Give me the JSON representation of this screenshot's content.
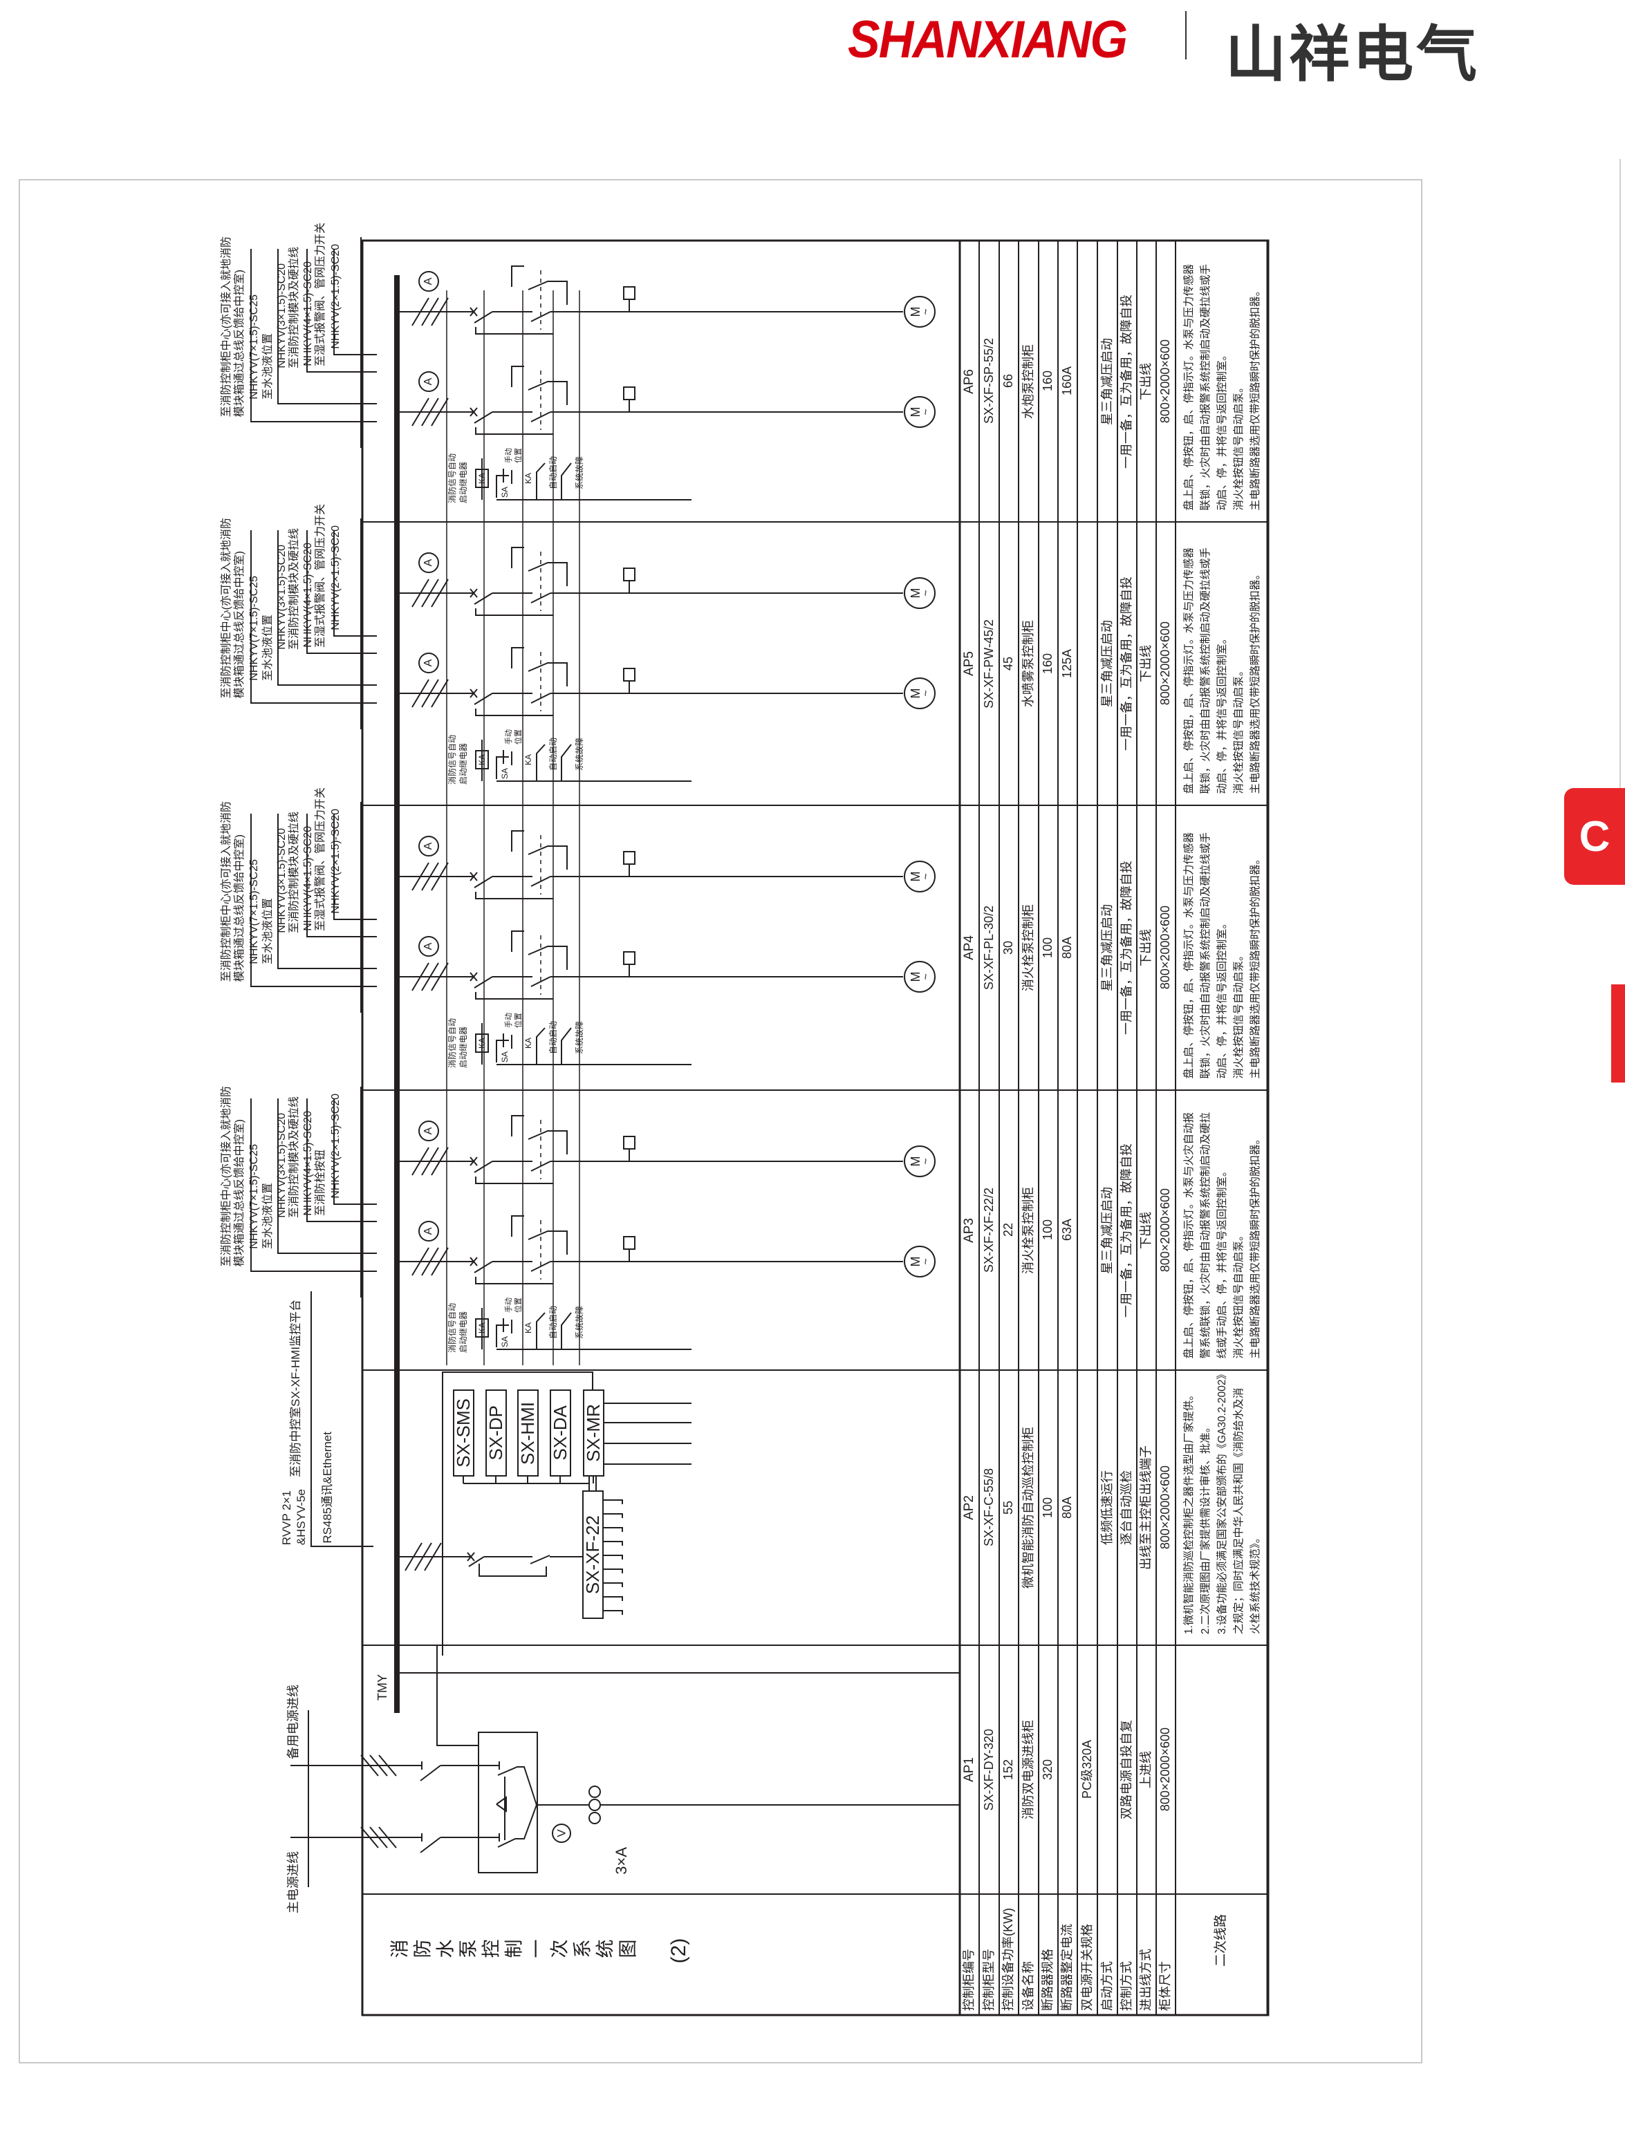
{
  "header": {
    "brand_en": "SHANXIANG",
    "brand_cn": "山祥电气"
  },
  "side_tab": {
    "label": "C",
    "accent": "#e8262a"
  },
  "title": {
    "text": "消防水泵控制一次系统图",
    "sheet": "(2)"
  },
  "table": {
    "row_labels": [
      "控制柜编号",
      "控制柜型号",
      "控制设备功率(KW)",
      "设备名称",
      "断路器规格",
      "断路器整定电流",
      "双电源开关规格",
      "启动方式",
      "控制方式",
      "进出线方式",
      "柜体尺寸"
    ],
    "secondary_label": "二次线路",
    "columns": [
      {
        "id": "AP1",
        "cells": [
          "SX-XF-DY-320",
          "152",
          "消防双电源进线柜",
          "320",
          "",
          "PC级320A",
          "",
          "双路电源自投自复",
          "上进线",
          "800×2000×600"
        ],
        "notes": []
      },
      {
        "id": "AP2",
        "cells": [
          "SX-XF-C-55/8",
          "55",
          "微机智能消防自动巡检控制柜",
          "100",
          "80A",
          "",
          "低频低速运行",
          "逐台自动巡检",
          "出线至主控柜出线端子",
          "800×2000×600"
        ],
        "notes": [
          "1.微机智能消防巡检控制柜之器件选型由厂家提供。",
          "2.二次原理图由厂家提供需设计审核、批准。",
          "3.设备功能必须满足国家公安部颁布的《GA30.2-2002》",
          "之规定；同时应满足中华人民共和国《消防给水及消",
          "火栓系统技术规范》。"
        ]
      },
      {
        "id": "AP3",
        "cells": [
          "SX-XF-XF-22/2",
          "22",
          "消火栓泵控制柜",
          "100",
          "63A",
          "",
          "星三角减压启动",
          "一用一备，互为备用，故障自投",
          "下出线",
          "800×2000×600"
        ],
        "notes": [
          "盘上启、停按钮，启、停指示灯。水泵与火灾自动报",
          "警系统联锁，火灾时由自动报警系统控制启动及硬拉",
          "线或手动启、停，并将信号返回控制室。",
          "消火栓按钮信号自动启泵。",
          "主电路断路器选用仅带短路瞬时保护的脱扣器。"
        ]
      },
      {
        "id": "AP4",
        "cells": [
          "SX-XF-PL-30/2",
          "30",
          "消火栓泵控制柜",
          "100",
          "80A",
          "",
          "星三角减压启动",
          "一用一备，互为备用，故障自投",
          "下出线",
          "800×2000×600"
        ],
        "notes": [
          "盘上启、停按钮，启、停指示灯。水泵与压力传感器",
          "联锁，火灾时由自动报警系统控制启动及硬拉线或手",
          "动启、停，并将信号返回控制室。",
          "消火栓按钮信号自动启泵。",
          "主电路断路器选用仅带短路瞬时保护的脱扣器。"
        ]
      },
      {
        "id": "AP5",
        "cells": [
          "SX-XF-PW-45/2",
          "45",
          "水喷雾泵控制柜",
          "160",
          "125A",
          "",
          "星三角减压启动",
          "一用一备，互为备用，故障自投",
          "下出线",
          "800×2000×600"
        ],
        "notes": [
          "盘上启、停按钮，启、停指示灯。水泵与压力传感器",
          "联锁，火灾时由自动报警系统控制启动及硬拉线或手",
          "动启、停，并将信号返回控制室。",
          "消火栓按钮信号自动启泵。",
          "主电路断路器选用仅带短路瞬时保护的脱扣器。"
        ]
      },
      {
        "id": "AP6",
        "cells": [
          "SX-XF-SP-55/2",
          "66",
          "水炮泵控制柜",
          "160",
          "160A",
          "",
          "星三角减压启动",
          "一用一备，互为备用，故障自投",
          "下出线",
          "800×2000×600"
        ],
        "notes": [
          "盘上启、停按钮，启、停指示灯。水泵与压力传感器",
          "联锁，火灾时由自动报警系统控制启动及硬拉线或手",
          "动启、停，并将信号返回控制室。",
          "消火栓按钮信号自动启泵。",
          "主电路断路器选用仅带短路瞬时保护的脱扣器。"
        ]
      }
    ]
  },
  "diagram": {
    "incoming": {
      "backup": "备用电源进线",
      "main": "主电源进线",
      "busbar": "TMY",
      "voltmeter": "V",
      "ammeter": "3×A"
    },
    "ap2": {
      "modules": [
        "SX-SMS",
        "SX-DP",
        "SX-HMI",
        "SX-DA",
        "SX-MR"
      ],
      "controller": "SX-XF-22",
      "cable_1": "RVVP 2×1",
      "cable_2": "&HSYV-5e",
      "to_hmi": "至消防中控室SX-XF-HMI监控平台",
      "comm": "RS485通讯&Ethernet"
    },
    "control_block": {
      "relay_1": "消防信号自动",
      "relay_2": "启动继电器",
      "ka": "KA",
      "sa": "SA",
      "manual_1": "手动",
      "manual_2": "位置",
      "auto_start": "自动启动",
      "fault": "系统故障"
    },
    "symbols": {
      "motor": "M",
      "ac": "~",
      "ammeter": "A"
    },
    "pumps": [
      {
        "id": "AP3",
        "cable_labels": [
          "至消防控制柜中心(亦可接入就地消防",
          "模块箱通过总线反馈给中控室)",
          "NHKYV(7×1.5)-SC25",
          "至水池液位置",
          "NHKYV(3×1.5)-SC20",
          "至消防控制模块及硬拉线",
          "NHKYV(4×1.5)-SC20",
          "至消防栓按钮",
          "NHKYV(2×1.5)-SC20"
        ]
      },
      {
        "id": "AP4",
        "cable_labels": [
          "至消防控制柜中心(亦可接入就地消防",
          "模块箱通过总线反馈给中控室)",
          "NHKYV(7×1.5)-SC25",
          "至水池液位置",
          "NHKYV(3×1.5)-SC20",
          "至消防控制模块及硬拉线",
          "NHKYV(4×1.5)-SC20",
          "至湿式报警阀、管网压力开关",
          "NHKYV(2×1.5)-SC20"
        ]
      },
      {
        "id": "AP5",
        "cable_labels": [
          "至消防控制柜中心(亦可接入就地消防",
          "模块箱通过总线反馈给中控室)",
          "NHKYV(7×1.5)-SC25",
          "至水池液位置",
          "NHKYV(3×1.5)-SC20",
          "至消防控制模块及硬拉线",
          "NHKYV(4×1.5)-SC20",
          "至湿式报警阀、管网压力开关",
          "NHKYV(2×1.5)-SC20"
        ]
      },
      {
        "id": "AP6",
        "cable_labels": [
          "至消防控制柜中心(亦可接入就地消防",
          "模块箱通过总线反馈给中控室)",
          "NHKYV(7×1.5)-SC25",
          "至水池液位置",
          "NHKYV(3×1.5)-SC20",
          "至消防控制模块及硬拉线",
          "NHKYV(4×1.5)-SC20",
          "至湿式报警阀、管网压力开关",
          "NHKYV(2×1.5)-SC20"
        ]
      }
    ]
  }
}
